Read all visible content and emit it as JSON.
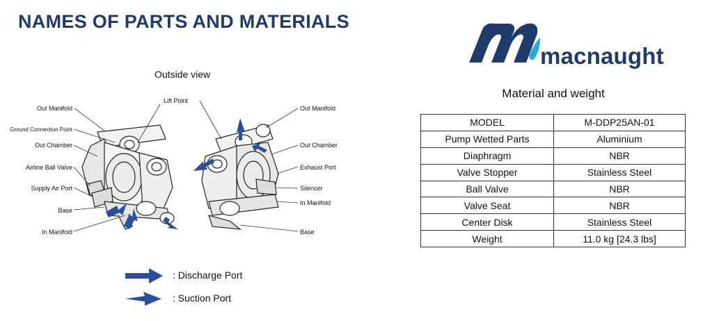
{
  "page": {
    "title": "NAMES OF PARTS AND MATERIALS",
    "brand": "macnaught"
  },
  "diagram": {
    "heading": "Outside view",
    "left_labels": {
      "out_manifold": "Out Manifold",
      "ground_connection_point": "Ground Connection Point",
      "out_chamber": "Out Chamber",
      "airline_ball_valve": "Airline Ball Valve",
      "supply_air_port": "Supply Air Port",
      "base": "Base",
      "in_manifold": "In Manifold"
    },
    "center_label": "Lift Point",
    "right_labels": {
      "out_manifold": "Out Manifold",
      "out_chamber": "Out Chamber",
      "exhaust_port": "Exhaust Port",
      "silencer": "Silencer",
      "in_manifold": "In Manifold",
      "base": "Base"
    }
  },
  "legend": {
    "discharge": ": Discharge Port",
    "suction": ": Suction Port",
    "arrow_color": "#2b4f9a"
  },
  "materials": {
    "heading": "Material and weight",
    "rows": [
      [
        "MODEL",
        "M-DDP25AN-01"
      ],
      [
        "Pump Wetted Parts",
        "Aluminium"
      ],
      [
        "Diaphragm",
        "NBR"
      ],
      [
        "Valve Stopper",
        "Stainless Steel"
      ],
      [
        "Ball Valve",
        "NBR"
      ],
      [
        "Valve Seat",
        "NBR"
      ],
      [
        "Center Disk",
        "Stainless Steel"
      ],
      [
        "Weight",
        "11.0 kg [24.3 lbs]"
      ]
    ]
  }
}
